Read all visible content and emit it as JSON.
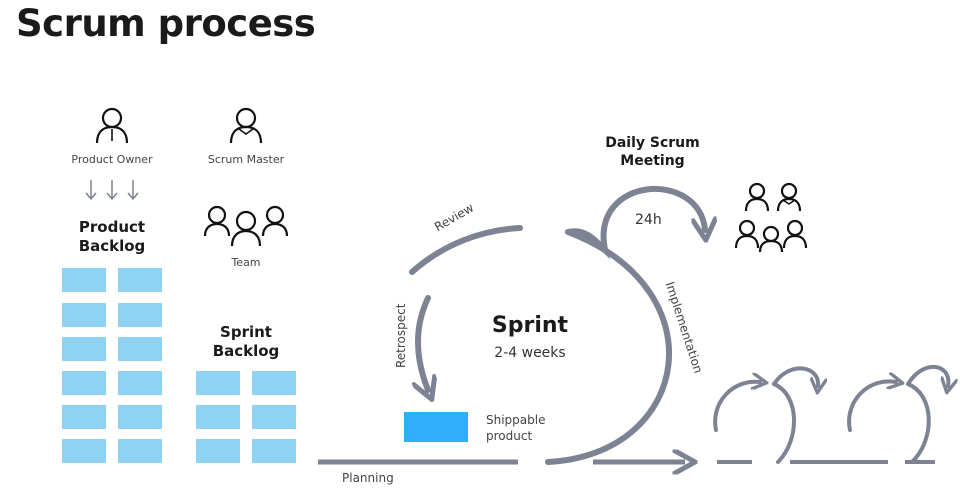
{
  "title": "Scrum process",
  "roles": {
    "product_owner": "Product Owner",
    "scrum_master": "Scrum Master",
    "team": "Team"
  },
  "product_backlog": {
    "line1": "Product",
    "line2": "Backlog"
  },
  "sprint_backlog": {
    "line1": "Sprint",
    "line2": "Backlog"
  },
  "sprint": {
    "title": "Sprint",
    "duration": "2-4 weeks"
  },
  "daily_scrum": {
    "line1": "Daily Scrum",
    "line2": "Meeting",
    "interval": "24h"
  },
  "labels": {
    "review": "Review",
    "retrospect": "Retrospect",
    "implementation": "Implementation",
    "planning": "Planning",
    "shippable_line1": "Shippable",
    "shippable_line2": "product"
  },
  "colors": {
    "backlog_item": "#8fd3f4",
    "shippable_item": "#2eaefb",
    "arrow": "#7d8392"
  }
}
